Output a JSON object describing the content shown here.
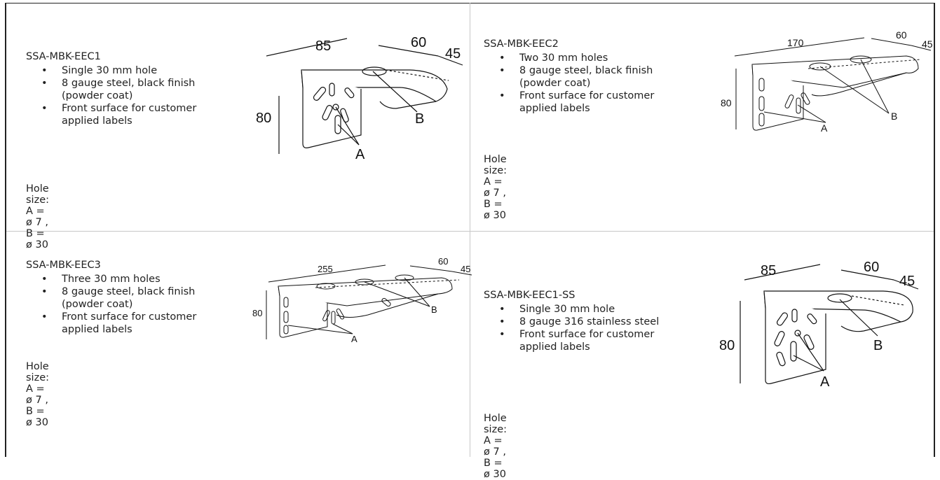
{
  "products": [
    {
      "model": "SSA-MBK-EEC1",
      "features": [
        "Single 30 mm hole",
        "8 gauge steel, black finish (powder coat)",
        "Front surface for customer applied labels"
      ],
      "hole_size": "Hole size: A = ø 7 , B = ø 30",
      "dims": {
        "width": "85",
        "depth": "60",
        "offset": "45",
        "height": "80"
      },
      "callouts": {
        "a": "A",
        "b": "B"
      }
    },
    {
      "model": "SSA-MBK-EEC2",
      "features": [
        "Two 30 mm holes",
        "8 gauge steel, black finish (powder coat)",
        "Front surface for customer applied labels"
      ],
      "hole_size": "Hole size: A = ø 7 , B = ø 30",
      "dims": {
        "width": "170",
        "depth": "60",
        "offset": "45",
        "height": "80"
      },
      "callouts": {
        "a": "A",
        "b": "B"
      }
    },
    {
      "model": "SSA-MBK-EEC3",
      "features": [
        "Three 30 mm holes",
        "8 gauge steel, black finish (powder coat)",
        "Front surface for customer applied labels"
      ],
      "hole_size": "Hole size: A = ø 7 , B = ø 30",
      "dims": {
        "width": "255",
        "depth": "60",
        "offset": "45",
        "height": "80"
      },
      "callouts": {
        "a": "A",
        "b": "B"
      }
    },
    {
      "model": "SSA-MBK-EEC1-SS",
      "features": [
        "Single 30 mm hole",
        "8 gauge 316 stainless steel",
        "Front surface for customer applied labels"
      ],
      "hole_size": "Hole size: A = ø 7 , B = ø 30",
      "dims": {
        "width": "85",
        "depth": "60",
        "offset": "45",
        "height": "80"
      },
      "callouts": {
        "a": "A",
        "b": "B"
      }
    }
  ]
}
